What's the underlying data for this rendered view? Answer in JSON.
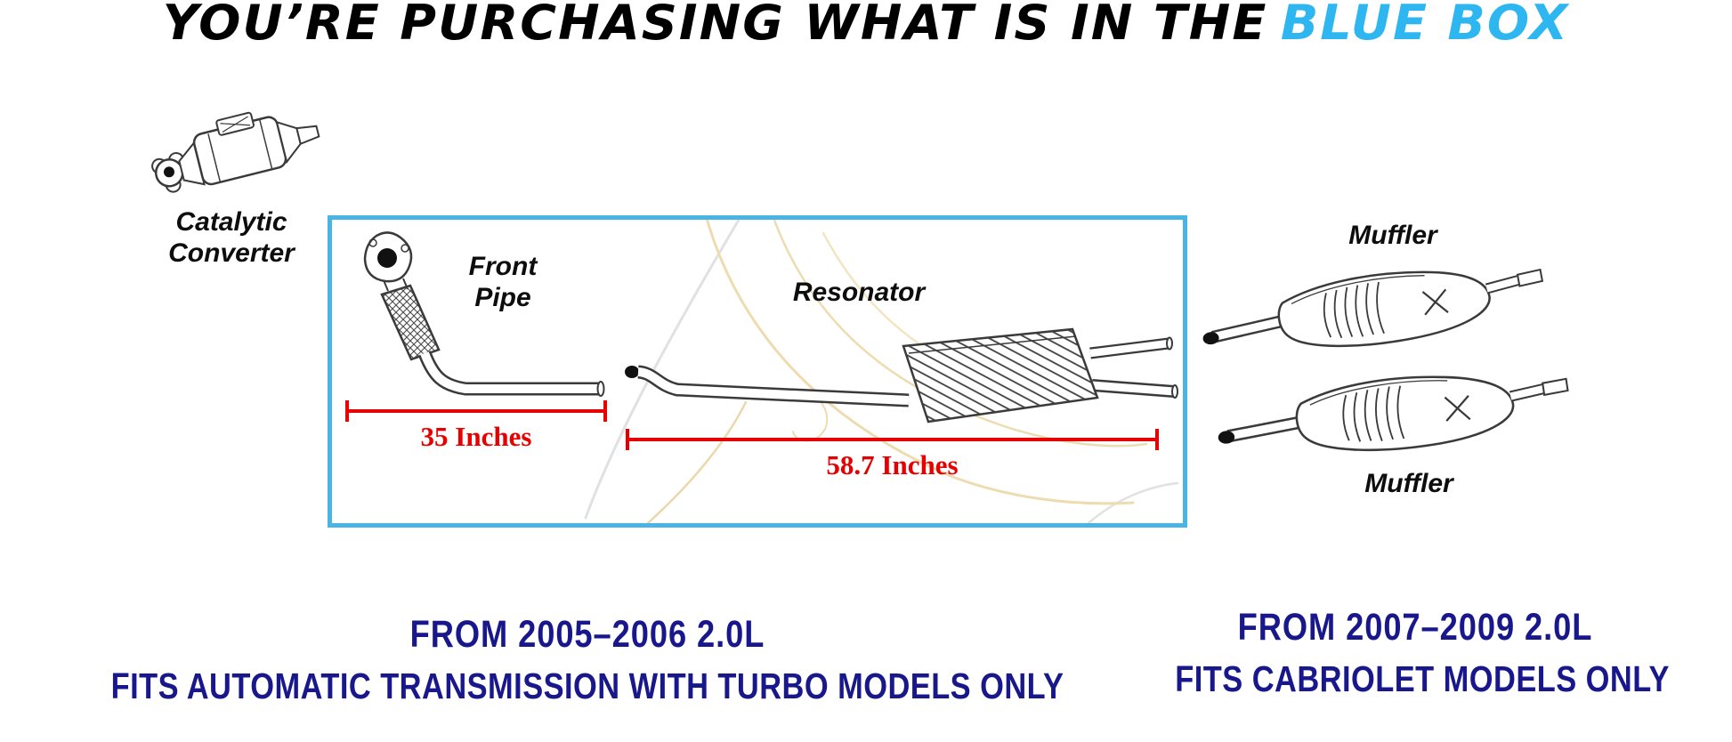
{
  "header": {
    "text_black": "YOU’RE PURCHASING WHAT IS IN THE",
    "text_blue": "BLUE BOX"
  },
  "parts": {
    "catalytic_converter_label": "Catalytic\nConverter",
    "front_pipe_label": "Front\nPipe",
    "resonator_label": "Resonator",
    "muffler_top_label": "Muffler",
    "muffler_bottom_label": "Muffler"
  },
  "dimensions": {
    "front_pipe_length": "35 Inches",
    "resonator_length": "58.7 Inches"
  },
  "fitment": {
    "left": {
      "line1": "FROM 2005–2006 2.0L",
      "line2": "FITS AUTOMATIC TRANSMISSION WITH TURBO MODELS ONLY"
    },
    "right": {
      "line1": "FROM 2007–2009 2.0L",
      "line2": "FITS CABRIOLET MODELS ONLY"
    }
  },
  "colors": {
    "highlight_blue": "#2eb6f0",
    "box_border_blue": "#4ab5e2",
    "dimension_red": "#e80000",
    "fitment_navy": "#18188c"
  }
}
